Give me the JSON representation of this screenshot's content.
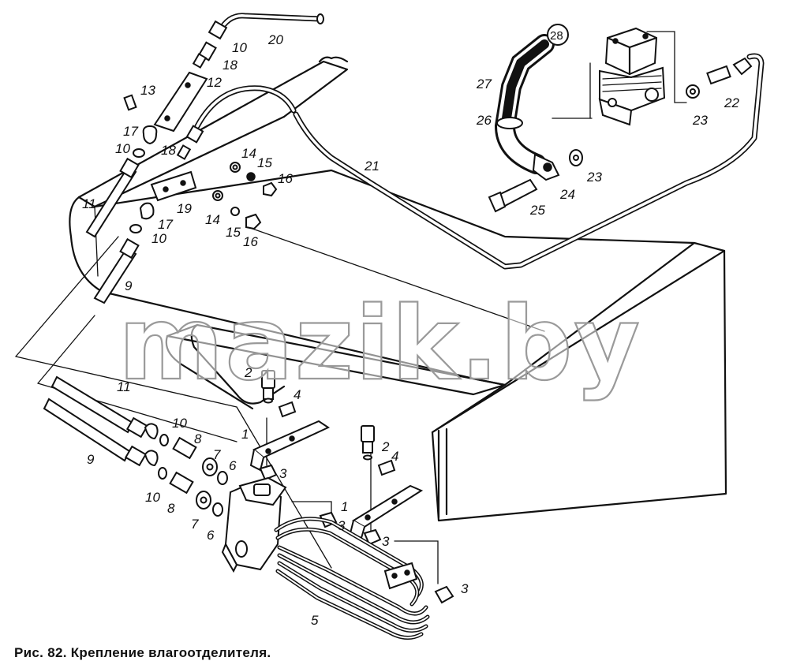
{
  "caption": "Рис. 82. Крепление влагоотделителя.",
  "watermark": "mazik.by",
  "callouts": [
    {
      "id": "c20",
      "text": "20"
    },
    {
      "id": "c10a",
      "text": "10"
    },
    {
      "id": "c18a",
      "text": "18"
    },
    {
      "id": "c12",
      "text": "12"
    },
    {
      "id": "c13",
      "text": "13"
    },
    {
      "id": "c17a",
      "text": "17"
    },
    {
      "id": "c10b",
      "text": "10"
    },
    {
      "id": "c18b",
      "text": "18"
    },
    {
      "id": "c14a",
      "text": "14"
    },
    {
      "id": "c15a",
      "text": "15"
    },
    {
      "id": "c16a",
      "text": "16"
    },
    {
      "id": "c19",
      "text": "19"
    },
    {
      "id": "c14b",
      "text": "14"
    },
    {
      "id": "c15b",
      "text": "15"
    },
    {
      "id": "c16b",
      "text": "16"
    },
    {
      "id": "c11a",
      "text": "11"
    },
    {
      "id": "c17b",
      "text": "17"
    },
    {
      "id": "c10c",
      "text": "10"
    },
    {
      "id": "c9a",
      "text": "9"
    },
    {
      "id": "c21",
      "text": "21"
    },
    {
      "id": "c27",
      "text": "27"
    },
    {
      "id": "c26",
      "text": "26"
    },
    {
      "id": "c28",
      "text": "28"
    },
    {
      "id": "c22",
      "text": "22"
    },
    {
      "id": "c23a",
      "text": "23"
    },
    {
      "id": "c23b",
      "text": "23"
    },
    {
      "id": "c24",
      "text": "24"
    },
    {
      "id": "c25",
      "text": "25"
    },
    {
      "id": "c2a",
      "text": "2"
    },
    {
      "id": "c4a",
      "text": "4"
    },
    {
      "id": "c11b",
      "text": "11"
    },
    {
      "id": "c9b",
      "text": "9"
    },
    {
      "id": "c10d",
      "text": "10"
    },
    {
      "id": "c8a",
      "text": "8"
    },
    {
      "id": "c7a",
      "text": "7"
    },
    {
      "id": "c6a",
      "text": "6"
    },
    {
      "id": "c10e",
      "text": "10"
    },
    {
      "id": "c8b",
      "text": "8"
    },
    {
      "id": "c7b",
      "text": "7"
    },
    {
      "id": "c6b",
      "text": "6"
    },
    {
      "id": "c1a",
      "text": "1"
    },
    {
      "id": "c3a",
      "text": "3"
    },
    {
      "id": "c2b",
      "text": "2"
    },
    {
      "id": "c4b",
      "text": "4"
    },
    {
      "id": "c1b",
      "text": "1"
    },
    {
      "id": "c3b",
      "text": "3"
    },
    {
      "id": "c3c",
      "text": "3"
    },
    {
      "id": "c3d",
      "text": "3"
    },
    {
      "id": "c5",
      "text": "5"
    }
  ]
}
